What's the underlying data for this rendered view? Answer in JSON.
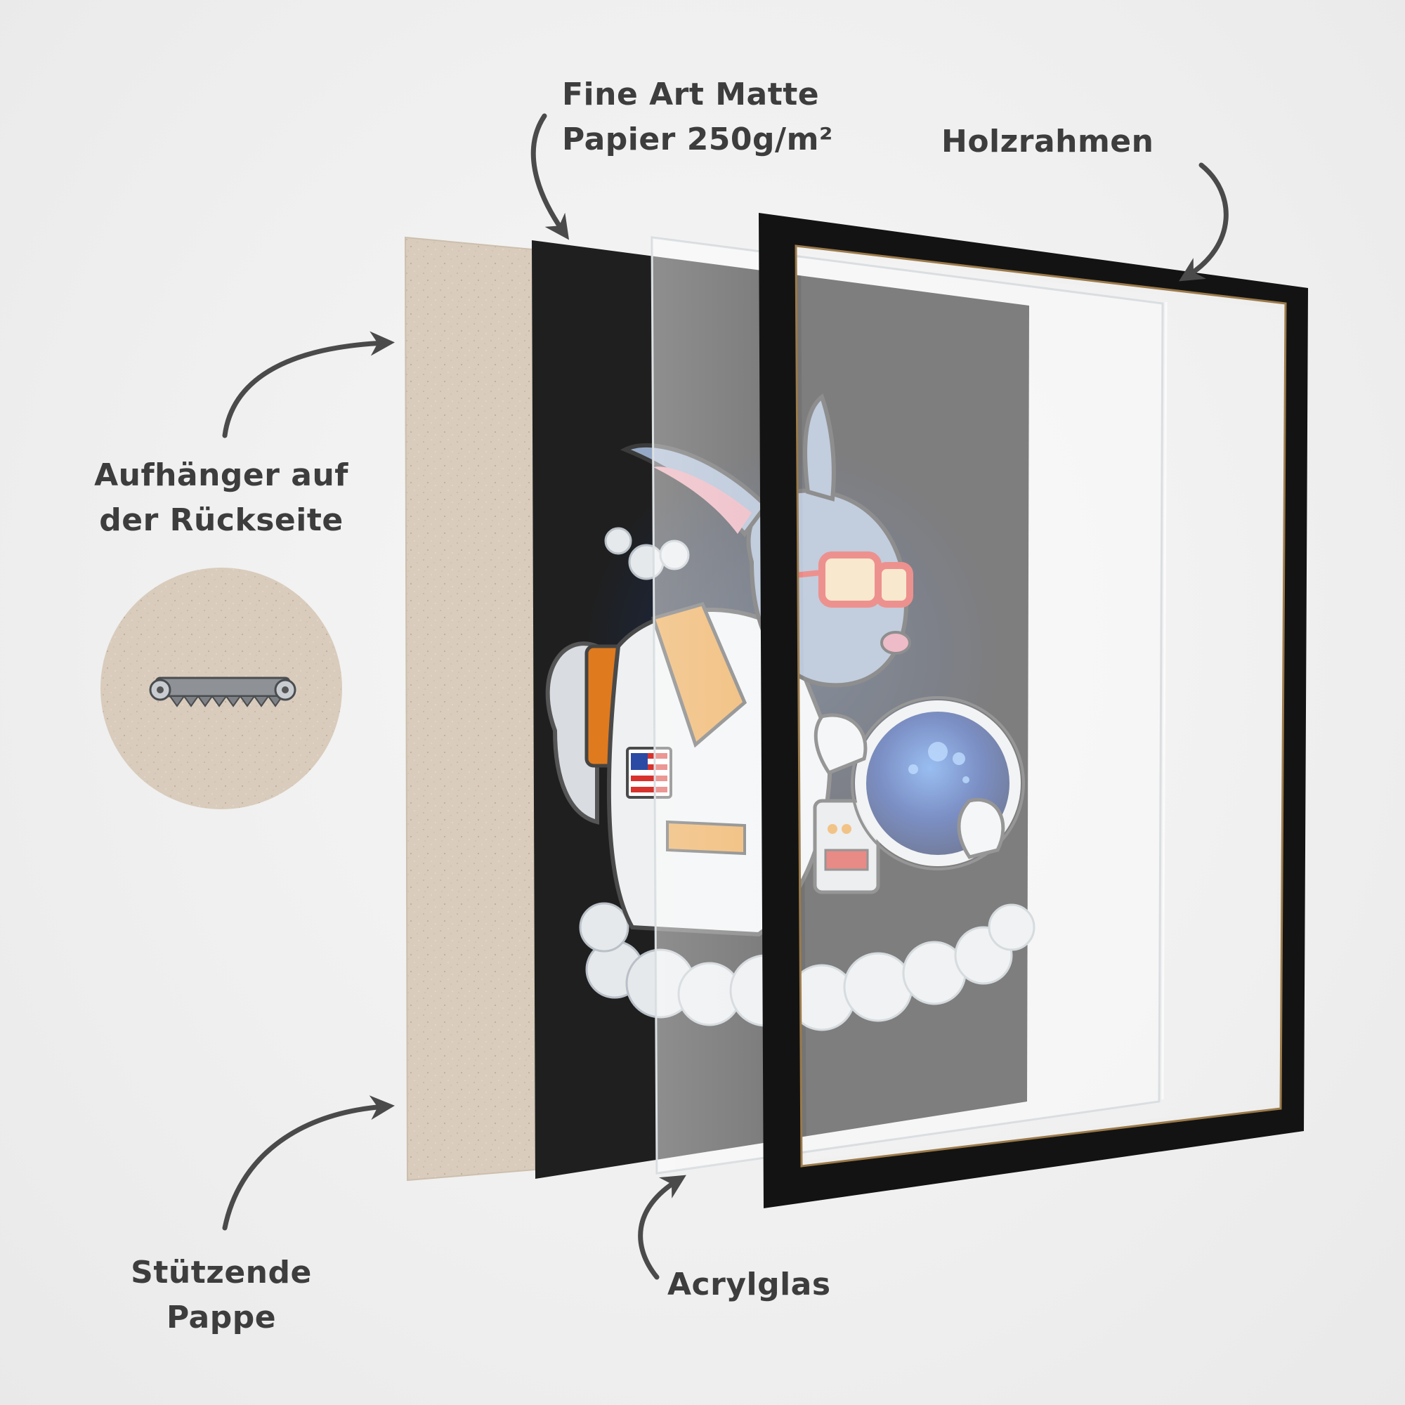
{
  "labels": {
    "fine_art": {
      "line1": "Fine Art Matte",
      "line2": "Papier 250g/m²"
    },
    "holzrahmen": "Holzrahmen",
    "aufhaenger": {
      "line1": "Aufhänger auf",
      "line2": "der Rückseite"
    },
    "stuetzende": {
      "line1": "Stützende",
      "line2": "Pappe"
    },
    "acrylglas": "Acrylglas"
  },
  "colors": {
    "background": "#efefef",
    "text": "#3d3d3d",
    "arrow": "#4a4a4a",
    "cardboard": "#d8cbbb",
    "print_background": "#1f1f1f",
    "frame": "#121212",
    "frame_inner_edge": "#9b7a4a",
    "acrylic": "#e4e8ea"
  },
  "icons": [
    "sawtooth-hanger-icon",
    "curved-arrow-icon"
  ]
}
